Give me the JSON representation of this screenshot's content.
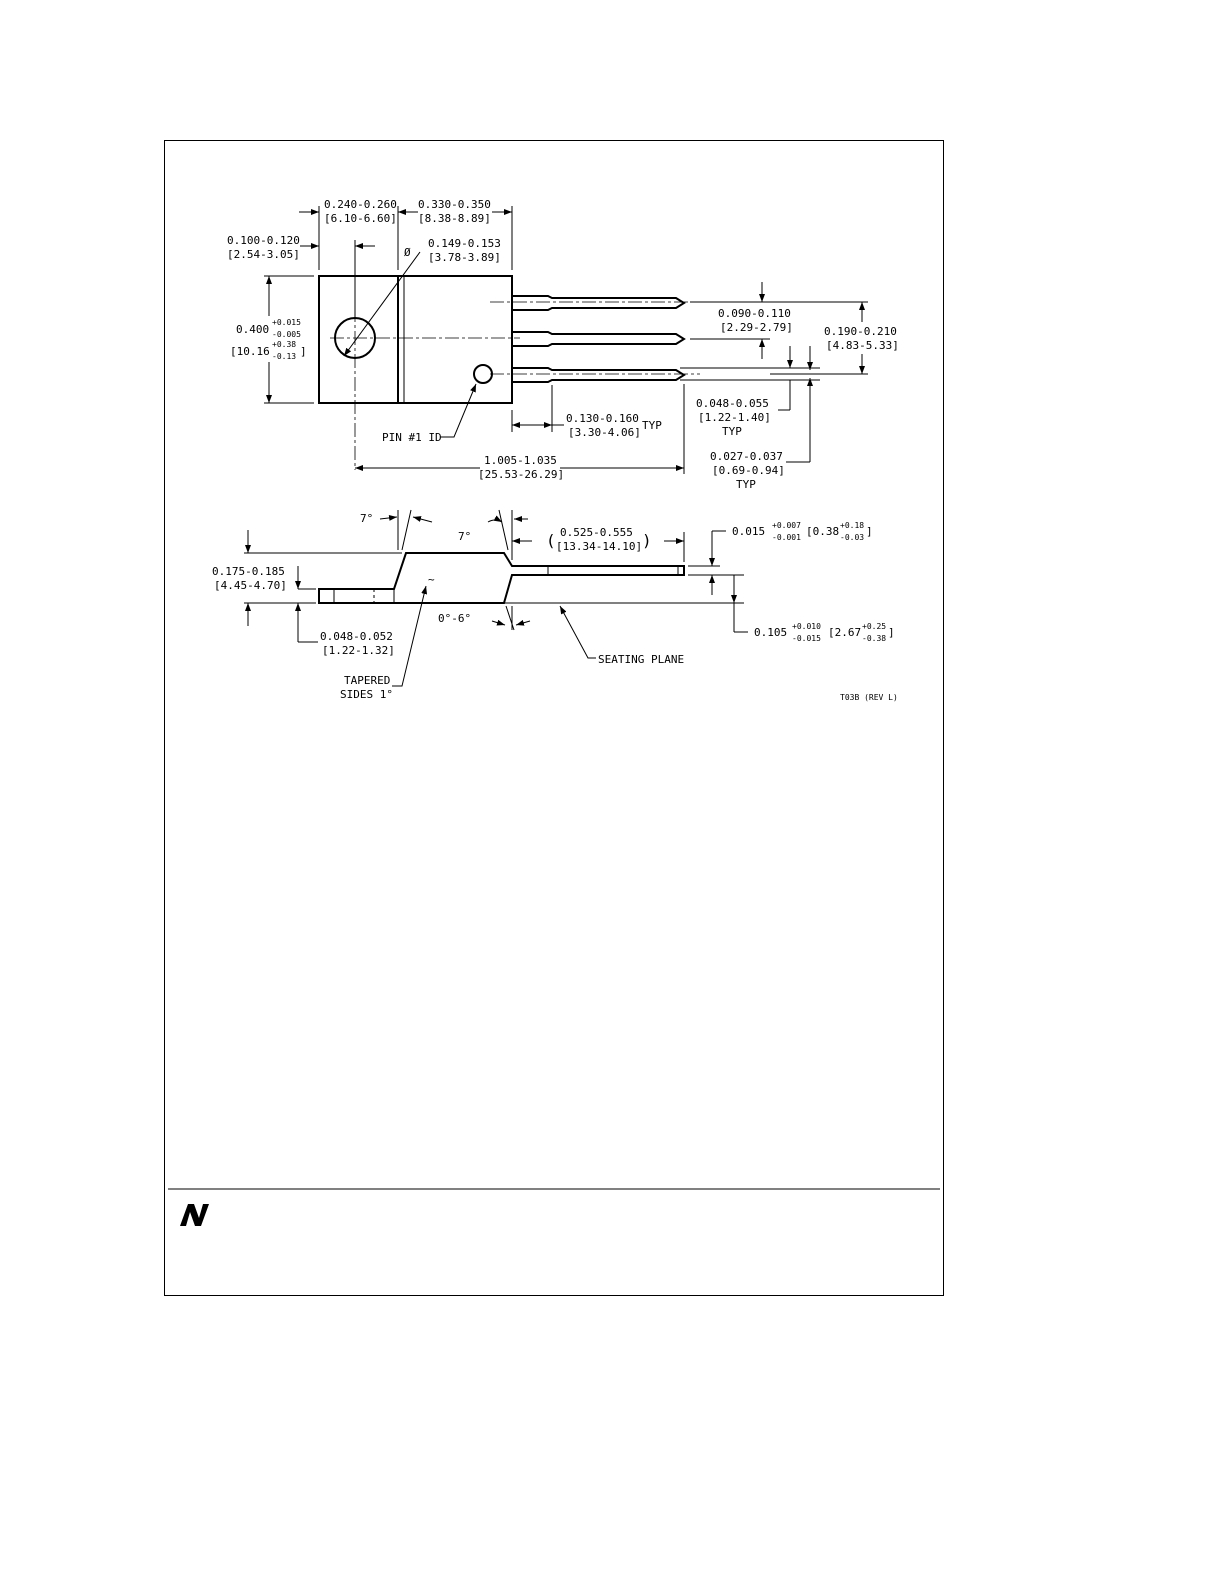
{
  "top_view": {
    "dim_width_tab": "0.240-0.260",
    "dim_width_tab_mm": "[6.10-6.60]",
    "dim_body": "0.330-0.350",
    "dim_body_mm": "[8.38-8.89]",
    "dim_hole_offset": "0.100-0.120",
    "dim_hole_offset_mm": "[2.54-3.05]",
    "dim_hole_dia_symbol": "Ø",
    "dim_hole_dia": "0.149-0.153",
    "dim_hole_dia_mm": "[3.78-3.89]",
    "dim_height": "0.400",
    "dim_height_tol_plus": "+0.015",
    "dim_height_tol_minus": "-0.005",
    "dim_height_mm": "[10.16",
    "dim_height_mm_tol_plus": "+0.38",
    "dim_height_mm_tol_minus": "-0.13",
    "dim_height_mm_close": "]",
    "dim_pitch": "0.090-0.110",
    "dim_pitch_mm": "[2.29-2.79]",
    "dim_outer_pitch": "0.190-0.210",
    "dim_outer_pitch_mm": "[4.83-5.33]",
    "dim_lead_width": "0.048-0.055",
    "dim_lead_width_mm": "[1.22-1.40]",
    "dim_lead_width_typ": "TYP",
    "dim_lead_shoulder": "0.130-0.160",
    "dim_lead_shoulder_mm": "[3.30-4.06]",
    "dim_lead_shoulder_typ": "TYP",
    "dim_lead_thick": "0.027-0.037",
    "dim_lead_thick_mm": "[0.69-0.94]",
    "dim_lead_thick_typ": "TYP",
    "pin_label": "PIN #1 ID",
    "dim_overall": "1.005-1.035",
    "dim_overall_mm": "[25.53-26.29]"
  },
  "side_view": {
    "angle_left": "7°",
    "angle_right": "7°",
    "dim_lead_len_open": "(",
    "dim_lead_len": "0.525-0.555",
    "dim_lead_len_mm": "[13.34-14.10]",
    "dim_lead_len_close": ")",
    "dim_lead_t": "0.015",
    "dim_lead_t_plus": "+0.007",
    "dim_lead_t_minus": "-0.001",
    "dim_lead_t_mm": "[0.38",
    "dim_lead_t_mm_plus": "+0.18",
    "dim_lead_t_mm_minus": "-0.03",
    "dim_lead_t_mm_close": "]",
    "dim_body_h": "0.175-0.185",
    "dim_body_h_mm": "[4.45-4.70]",
    "dim_tab_t": "0.048-0.052",
    "dim_tab_t_mm": "[1.22-1.32]",
    "angle_bottom": "0°-6°",
    "dim_standoff": "0.105",
    "dim_standoff_plus": "+0.010",
    "dim_standoff_minus": "-0.015",
    "dim_standoff_mm": "[2.67",
    "dim_standoff_mm_plus": "+0.25",
    "dim_standoff_mm_minus": "-0.38",
    "dim_standoff_mm_close": "]",
    "seating_plane": "SEATING PLANE",
    "tapered_1": "TAPERED",
    "tapered_2": "SIDES 1°",
    "drawing_ref": "T03B (REV L)"
  },
  "footer": {
    "logo_glyph": "N"
  }
}
